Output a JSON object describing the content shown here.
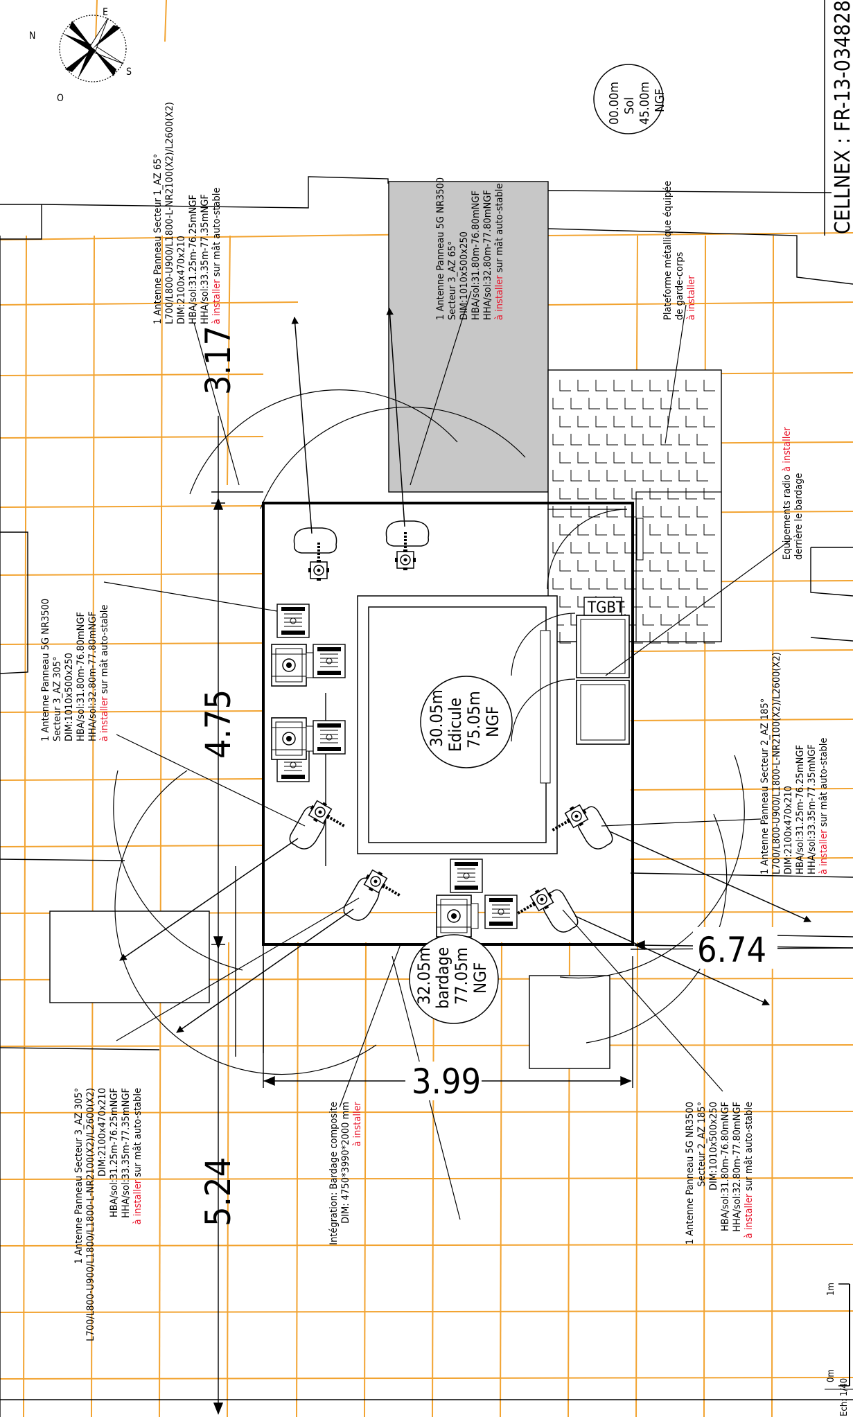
{
  "title_block": {
    "project_ref": "CELLNEX : FR-13-034828",
    "scale_label": "Ech: 1/40"
  },
  "scale_bar": {
    "zero": "0m",
    "one": "1m"
  },
  "dimensions": {
    "d317": "3.17",
    "d475": "4.75",
    "d524": "5.24",
    "d399": "3.99",
    "d674": "6.74"
  },
  "levels": {
    "ground": {
      "l1": "00.00m",
      "l2": "Sol",
      "l3": "45.00m",
      "l4": "NGF"
    },
    "edicule": {
      "l1": "30.05m",
      "l2": "Edicule",
      "l3": "75.05m",
      "l4": "NGF"
    },
    "bardage": {
      "l1": "32.05m",
      "l2": "bardage",
      "l3": "77.05m",
      "l4": "NGF"
    }
  },
  "tgbt": "TGBT",
  "compass": {
    "n": "N",
    "e": "E",
    "s": "S",
    "o": "O"
  },
  "labels": {
    "sector1": {
      "l1": "1 Antenne Panneau Secteur 1_AZ 65°",
      "l2": "L700/L800-U900/L1800-L-NR2100(X2)/L2600(X2)",
      "l3": "DIM:2100x470x210",
      "l4": "HBA/sol:31.25m-76.25mNGF",
      "l5": "HHA/sol:33.35m-77.35mNGF",
      "red": "à installer",
      "tail": " sur mât auto-stable"
    },
    "nr3500_s3_65": {
      "l1": "1 Antenne Panneau 5G NR3500",
      "l2": "Secteur 3_AZ 65°",
      "l3": "DIM:1010x500x250",
      "l4": "HBA/sol:31.80m-76.80mNGF",
      "l5": "HHA/sol:32.80m-77.80mNGF",
      "red": "à installer",
      "tail": " sur mât auto-stable"
    },
    "platform": {
      "l1": "Plateforme métallique équipée",
      "l2": "de garde-corps",
      "red": "à installer"
    },
    "radio": {
      "l1": "Equipements radio ",
      "red": "à installer",
      "l2": "derrière le bardage"
    },
    "nr3500_s3_305": {
      "l1": "1 Antenne Panneau 5G NR3500",
      "l2": "Secteur 3_AZ 305°",
      "l3": "DIM:1010x500x250",
      "l4": "HBA/sol:31.80m-76.80mNGF",
      "l5": "HHA/sol:32.80m-77.80mNGF",
      "red": "à installer",
      "tail": " sur mât auto-stable"
    },
    "sector2": {
      "l1": "1 Antenne Panneau Secteur 2_AZ 185°",
      "l2": "L700/L800-U900/L1800-L-NR2100(X2)/L2600(X2)",
      "l3": "DIM:2100x470x210",
      "l4": "HBA/sol:31.25m-76.25mNGF",
      "l5": "HHA/sol:33.35m-77.35mNGF",
      "red": "à installer",
      "tail": " sur mât auto-stable"
    },
    "sector3_305": {
      "l1": "1 Antenne Panneau Secteur 3_AZ 305°",
      "l2": "L700/L800-U900/L1800/L1800-L-NR2100(X2)/L2600(X2)",
      "l3": "DIM:2100x470x210",
      "l4": "HBA/sol:31.25m-76.25mNGF",
      "l5": "HHA/sol:33.35m-77.35mNGF",
      "red": "à installer",
      "tail": " sur mât auto-stable"
    },
    "integration": {
      "l1": "Intégration:  Bardage composite",
      "l2": "DIM: 4750*3990*2000 mm",
      "red": "à installer"
    },
    "nr3500_s2_185": {
      "l1": "1 Antenne Panneau 5G NR3500",
      "l2": "Secteur 2_AZ 185°",
      "l3": "DIM:1010x500x250",
      "l4": "HBA/sol:31.80m-76.80mNGF",
      "l5": "HHA/sol:32.80m-77.80mNGF",
      "red": "à installer",
      "tail": " sur mât auto-stable"
    }
  }
}
